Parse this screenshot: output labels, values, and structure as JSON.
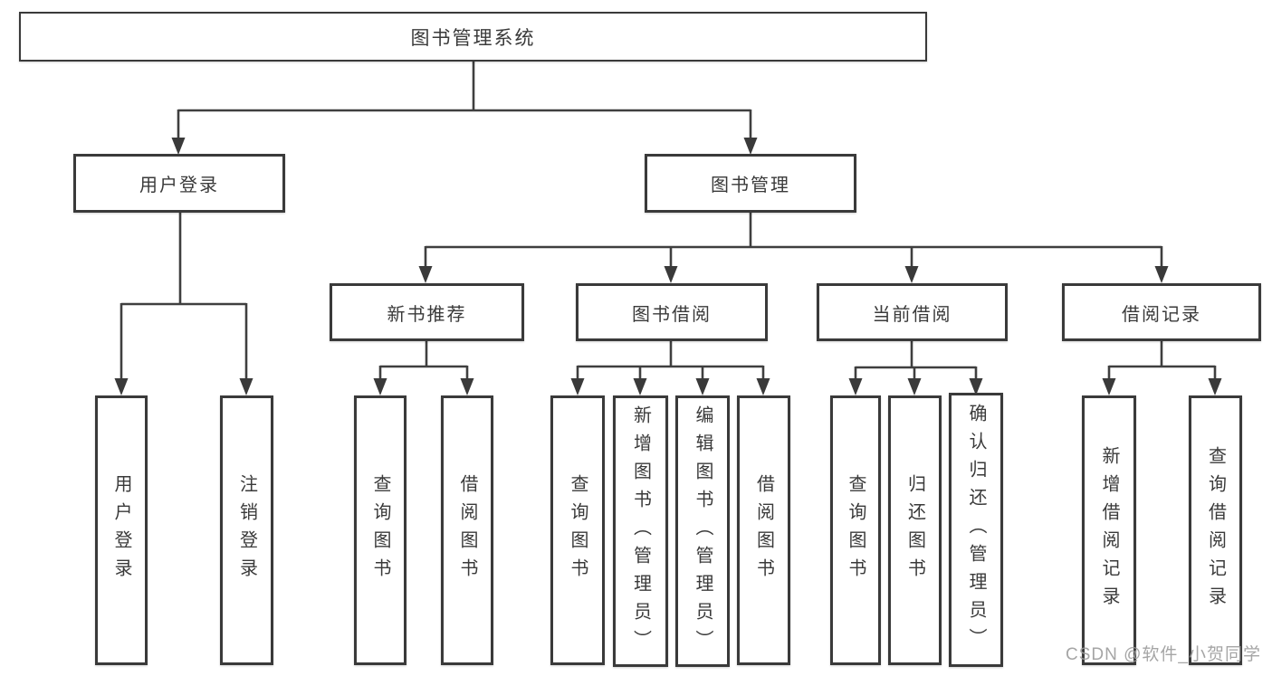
{
  "diagram": {
    "root": {
      "label": "图书管理系统"
    },
    "level2": [
      {
        "id": "user-login",
        "label": "用户登录"
      },
      {
        "id": "book-management",
        "label": "图书管理"
      }
    ],
    "level3": [
      {
        "id": "new-book-recommend",
        "label": "新书推荐"
      },
      {
        "id": "book-borrow",
        "label": "图书借阅"
      },
      {
        "id": "current-borrow",
        "label": "当前借阅"
      },
      {
        "id": "borrow-records",
        "label": "借阅记录"
      }
    ],
    "leaves": [
      {
        "parent": "用户登录",
        "label": "用户登录"
      },
      {
        "parent": "用户登录",
        "label": "注销登录"
      },
      {
        "parent": "新书推荐",
        "label": "查询图书"
      },
      {
        "parent": "新书推荐",
        "label": "借阅图书"
      },
      {
        "parent": "图书借阅",
        "label": "查询图书"
      },
      {
        "parent": "图书借阅",
        "label": "新增图书（管理员）"
      },
      {
        "parent": "图书借阅",
        "label": "编辑图书（管理员）"
      },
      {
        "parent": "图书借阅",
        "label": "借阅图书"
      },
      {
        "parent": "当前借阅",
        "label": "查询图书"
      },
      {
        "parent": "当前借阅",
        "label": "归还图书"
      },
      {
        "parent": "当前借阅",
        "label": "确认归还（管理员）"
      },
      {
        "parent": "借阅记录",
        "label": "新增借阅记录"
      },
      {
        "parent": "借阅记录",
        "label": "查询借阅记录"
      }
    ]
  },
  "watermark": {
    "text": "CSDN @软件_小贺同学"
  },
  "colors": {
    "line": "#3f3f3f",
    "box_border": "#3a3a3a",
    "text": "#3a3a3a",
    "watermark": "#9c9c9c",
    "background": "#ffffff"
  }
}
